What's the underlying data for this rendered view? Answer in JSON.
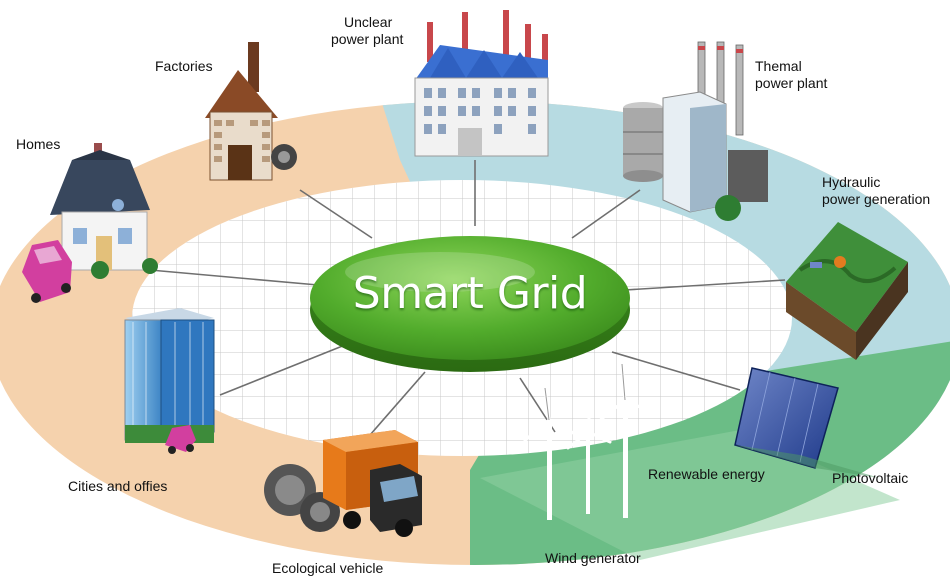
{
  "title": "Smart Grid",
  "labels": {
    "factories": "Factories",
    "nuclear_line1": "Unclear",
    "nuclear_line2": "power plant",
    "thermal_line1": "Themal",
    "thermal_line2": "power plant",
    "hydraulic_line1": "Hydraulic",
    "hydraulic_line2": "power generation",
    "homes": "Homes",
    "cities": "Cities and offies",
    "ecological": "Ecological vehicle",
    "wind": "Wind generator",
    "renewable": "Renewable energy",
    "photovoltaic": "Photovoltaic"
  },
  "colors": {
    "consumer_ring": "#f5d2ad",
    "supply_ring": "#b7dbe2",
    "renewable_zone": "#6bbd86",
    "center_disc": "#5fb93a",
    "grid_line": "#c7c7c7"
  }
}
